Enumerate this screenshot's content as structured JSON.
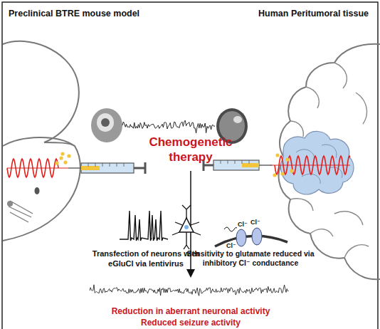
{
  "diagram": {
    "labels": [
      "Preclinical BTRE mouse model",
      "Human Peritumoral tissue",
      "Chemogenetic therapy",
      "Transfection of neurons with eGluCl via lentivirus",
      "Sensitivity to glutamate reduced via inhibitory Cl⁻ conductance",
      "Cl⁻",
      "Cl⁻",
      "Cl⁻",
      "Reduction in aberrant neuronal activity",
      "Reduced seizure activity"
    ]
  }
}
